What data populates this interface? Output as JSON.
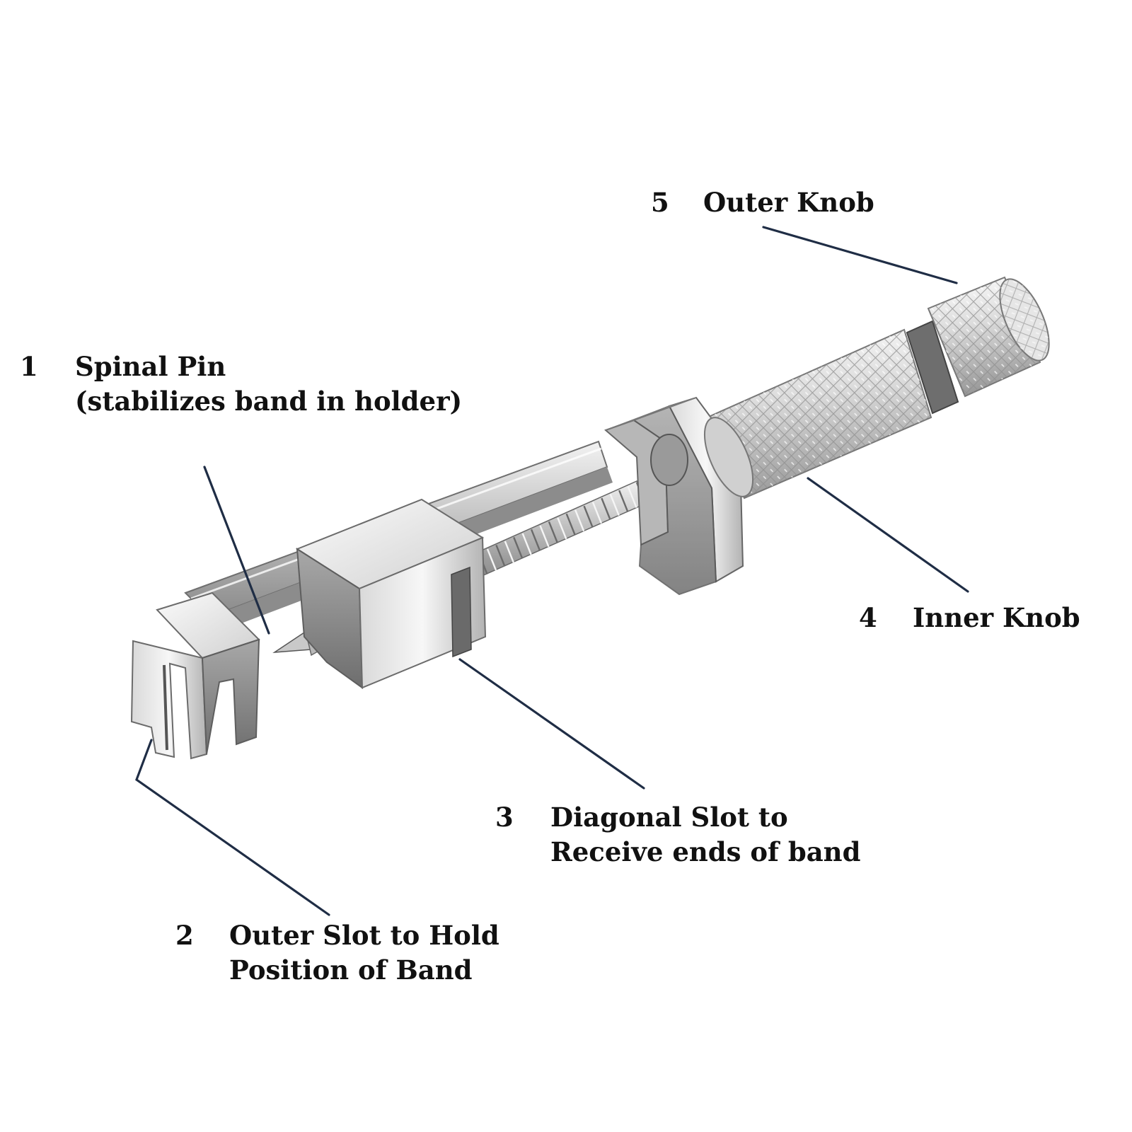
{
  "colors": {
    "leader": "#1f2d45",
    "text": "#111111",
    "metal_light": "#f4f4f4",
    "metal_mid": "#c8c8c8",
    "metal_dark": "#7a7a7a",
    "background": "#ffffff"
  },
  "callouts": [
    {
      "number": "1",
      "lines": [
        "Spinal Pin",
        "(stabilizes band in holder)"
      ]
    },
    {
      "number": "2",
      "lines": [
        "Outer Slot to Hold",
        "Position of Band"
      ]
    },
    {
      "number": "3",
      "lines": [
        "Diagonal Slot to",
        "Receive ends of band"
      ]
    },
    {
      "number": "4",
      "lines": [
        "Inner Knob"
      ]
    },
    {
      "number": "5",
      "lines": [
        "Outer Knob"
      ]
    }
  ]
}
